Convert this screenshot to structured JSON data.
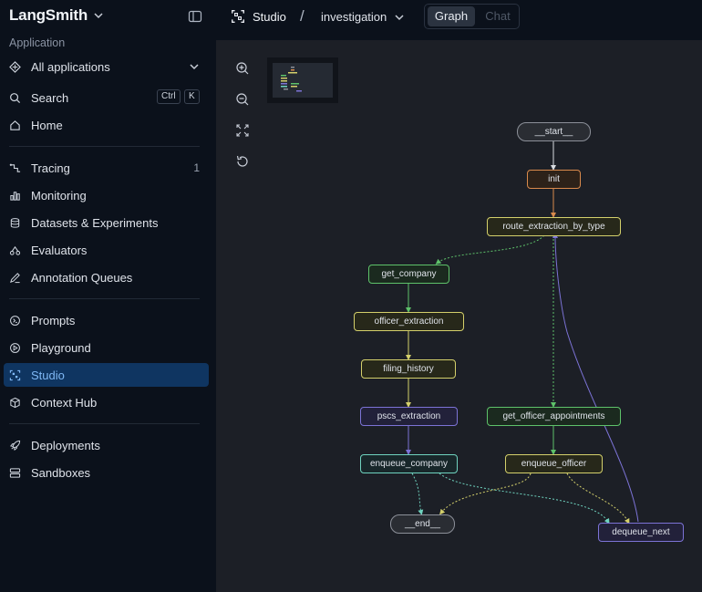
{
  "sidebar": {
    "brand": "LangSmith",
    "section_label": "Application",
    "app_selector": "All applications",
    "search": {
      "label": "Search",
      "shortcut_ctrl": "Ctrl",
      "shortcut_key": "K"
    },
    "items": [
      {
        "label": "Home",
        "icon": "home-icon"
      },
      {
        "label": "Tracing",
        "icon": "tracing-icon",
        "count": "1"
      },
      {
        "label": "Monitoring",
        "icon": "monitoring-icon"
      },
      {
        "label": "Datasets & Experiments",
        "icon": "database-icon"
      },
      {
        "label": "Evaluators",
        "icon": "evaluators-icon"
      },
      {
        "label": "Annotation Queues",
        "icon": "pen-icon"
      },
      {
        "label": "Prompts",
        "icon": "prompts-icon"
      },
      {
        "label": "Playground",
        "icon": "play-icon"
      },
      {
        "label": "Studio",
        "icon": "studio-icon",
        "active": true
      },
      {
        "label": "Context Hub",
        "icon": "cube-icon"
      },
      {
        "label": "Deployments",
        "icon": "rocket-icon"
      },
      {
        "label": "Sandboxes",
        "icon": "sandbox-icon"
      }
    ]
  },
  "topbar": {
    "studio_label": "Studio",
    "separator": "/",
    "graph_name": "investigation",
    "tabs": {
      "graph": "Graph",
      "chat": "Chat"
    }
  },
  "graph": {
    "nodes": {
      "start": "__start__",
      "init": "init",
      "route": "route_extraction_by_type",
      "get_company": "get_company",
      "officer_extraction": "officer_extraction",
      "filing_history": "filing_history",
      "pscs_extraction": "pscs_extraction",
      "get_officer_appointments": "get_officer_appointments",
      "enqueue_company": "enqueue_company",
      "enqueue_officer": "enqueue_officer",
      "end": "__end__",
      "dequeue_next": "dequeue_next"
    }
  },
  "colors": {
    "active_nav_bg": "#0f3561",
    "active_nav_text": "#7fb8f5",
    "canvas_bg": "#1c1f26"
  }
}
